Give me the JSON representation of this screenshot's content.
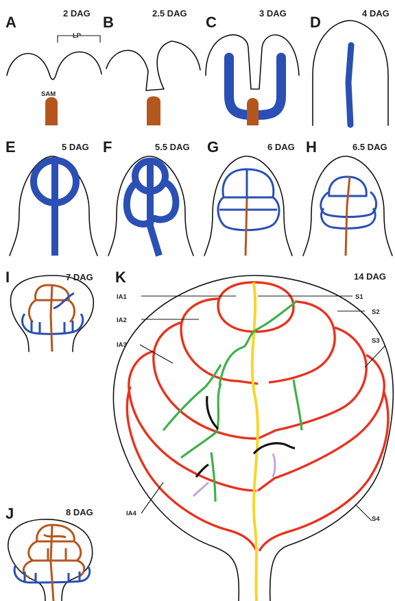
{
  "panels": {
    "A": {
      "letter": "A",
      "stage": "2 DAG"
    },
    "B": {
      "letter": "B",
      "stage": "2.5 DAG"
    },
    "C": {
      "letter": "C",
      "stage": "3 DAG"
    },
    "D": {
      "letter": "D",
      "stage": "4 DAG"
    },
    "E": {
      "letter": "E",
      "stage": "5 DAG"
    },
    "F": {
      "letter": "F",
      "stage": "5.5 DAG"
    },
    "G": {
      "letter": "G",
      "stage": "6 DAG"
    },
    "H": {
      "letter": "H",
      "stage": "6.5 DAG"
    },
    "I": {
      "letter": "I",
      "stage": "7 DAG"
    },
    "J": {
      "letter": "J",
      "stage": "8 DAG"
    },
    "K": {
      "letter": "K",
      "stage": "14 DAG"
    }
  },
  "labels": {
    "lp": "LP",
    "sam": "SAM",
    "ia1": "IA1",
    "ia2": "IA2",
    "ia3": "IA3",
    "ia4": "IA4",
    "s1": "S1",
    "s2": "S2",
    "s3": "S3",
    "s4": "S4"
  },
  "colors": {
    "outline": "#111111",
    "blue_vein": "#2a4fb5",
    "brown_vein": "#b5561e",
    "red_vein": "#e8321e",
    "yellow_midvein": "#f6d62b",
    "green_vein": "#3eb04a",
    "black_vein": "#111111",
    "lilac_vein": "#c6a6d8"
  }
}
